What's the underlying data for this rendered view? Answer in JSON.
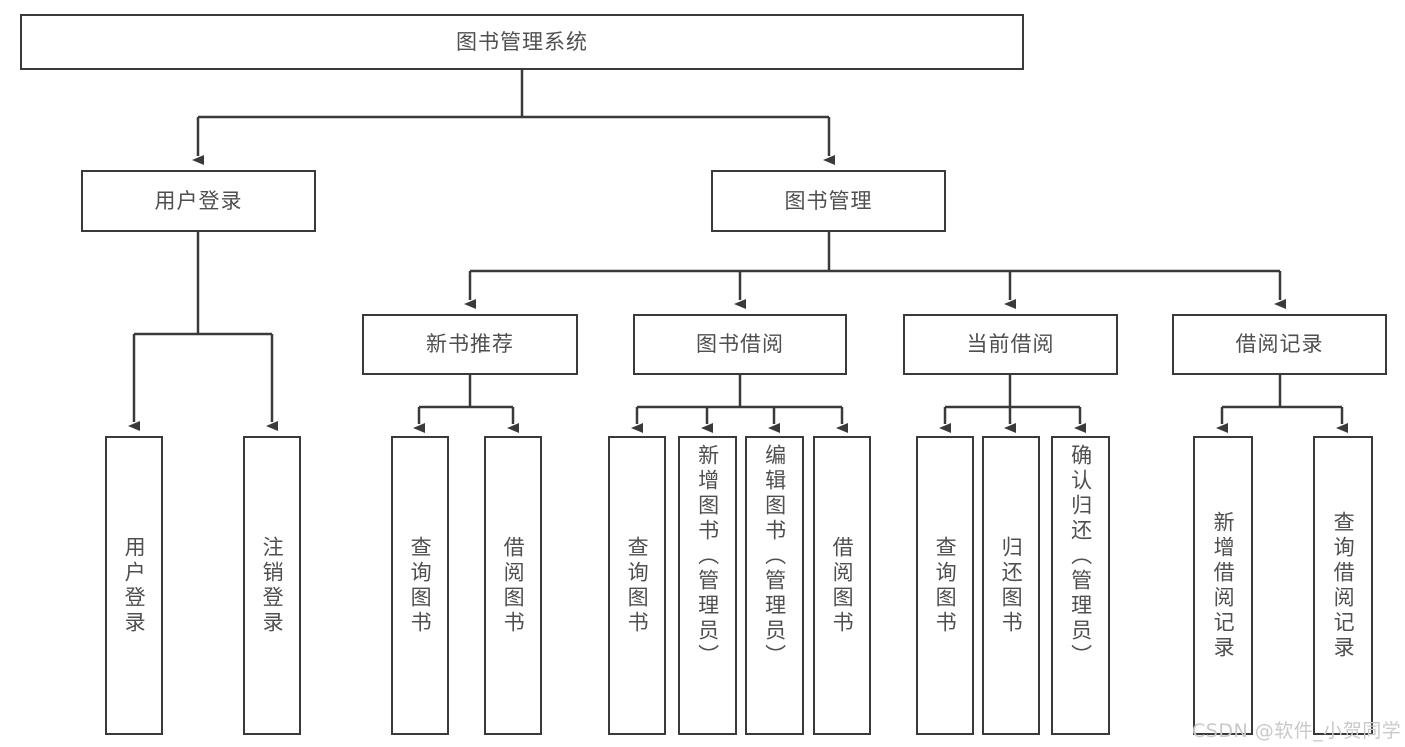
{
  "diagram": {
    "title": "图书管理系统",
    "type": "hierarchy-tree",
    "root": {
      "id": "root",
      "label": "图书管理系统"
    },
    "level2": [
      {
        "id": "user-login",
        "label": "用户登录"
      },
      {
        "id": "book-manage",
        "label": "图书管理"
      }
    ],
    "level3": [
      {
        "id": "new-book-rec",
        "label": "新书推荐"
      },
      {
        "id": "book-borrow",
        "label": "图书借阅"
      },
      {
        "id": "current-borrow",
        "label": "当前借阅"
      },
      {
        "id": "borrow-record",
        "label": "借阅记录"
      }
    ],
    "leaves": {
      "user_login": [
        {
          "id": "leaf-user-login",
          "label": "用户登录"
        },
        {
          "id": "leaf-user-logout",
          "label": "注销登录"
        }
      ],
      "new_book_rec": [
        {
          "id": "leaf-query-book-1",
          "label": "查询图书"
        },
        {
          "id": "leaf-borrow-book-1",
          "label": "借阅图书"
        }
      ],
      "book_borrow": [
        {
          "id": "leaf-query-book-2",
          "label": "查询图书"
        },
        {
          "id": "leaf-add-book",
          "label": "新增图书（管理员）"
        },
        {
          "id": "leaf-edit-book",
          "label": "编辑图书（管理员）"
        },
        {
          "id": "leaf-borrow-book-2",
          "label": "借阅图书"
        }
      ],
      "current_borrow": [
        {
          "id": "leaf-query-book-3",
          "label": "查询图书"
        },
        {
          "id": "leaf-return-book",
          "label": "归还图书"
        },
        {
          "id": "leaf-confirm-return",
          "label": "确认归还（管理员）"
        }
      ],
      "borrow_record": [
        {
          "id": "leaf-add-record",
          "label": "新增借阅记录"
        },
        {
          "id": "leaf-query-record",
          "label": "查询借阅记录"
        }
      ]
    }
  },
  "watermark": {
    "text": "CSDN @软件_小贺同学"
  },
  "colors": {
    "stroke": "#3a3a3a",
    "text": "#4f4f4f",
    "background": "#ffffff",
    "watermark": "#c9c9c9"
  }
}
